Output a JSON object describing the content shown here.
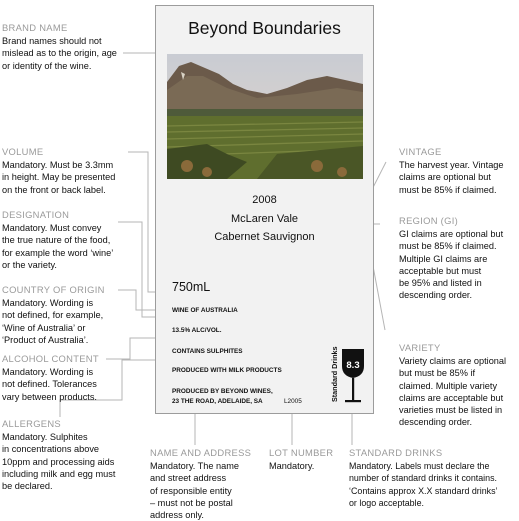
{
  "annotations": {
    "brand_name": {
      "heading": "BRAND NAME",
      "lines": [
        "Brand names should not",
        "mislead as to the origin, age",
        "or identity of the wine."
      ]
    },
    "volume": {
      "heading": "VOLUME",
      "lines": [
        "Mandatory. Must be 3.3mm",
        "in height. May be presented",
        "on the front or back label."
      ]
    },
    "designation": {
      "heading": "DESIGNATION",
      "lines": [
        "Mandatory. Must convey",
        "the true nature of the food,",
        "for example the word ‘wine’",
        "or the variety."
      ]
    },
    "country_of_origin": {
      "heading": "COUNTRY OF ORIGIN",
      "lines": [
        "Mandatory. Wording is",
        "not defined, for example,",
        "‘Wine of Australia’ or",
        "‘Product of Australia’."
      ]
    },
    "alcohol_content": {
      "heading": "ALCOHOL CONTENT",
      "lines": [
        "Mandatory. Wording is",
        "not defined. Tolerances",
        "vary between products."
      ]
    },
    "allergens": {
      "heading": "ALLERGENS",
      "lines": [
        "Mandatory. Sulphites",
        "in concentrations above",
        "10ppm and processing aids",
        "including milk and egg must",
        "be declared."
      ]
    },
    "vintage": {
      "heading": "VINTAGE",
      "lines": [
        "The harvest year. Vintage",
        "claims are optional but",
        "must be 85% if claimed."
      ]
    },
    "region": {
      "heading": "REGION (GI)",
      "lines": [
        "GI claims are optional but",
        "must be 85% if claimed.",
        "Multiple GI claims are",
        "acceptable but must",
        "be 95% and listed in",
        "descending order."
      ]
    },
    "variety": {
      "heading": "VARIETY",
      "lines": [
        "Variety claims are optional",
        "but must be 85% if",
        "claimed. Multiple variety",
        "claims are acceptable but",
        "varieties must be listed in",
        "descending order."
      ]
    },
    "name_address": {
      "heading": "NAME AND ADDRESS",
      "lines": [
        "Mandatory. The name",
        "and street address",
        "of responsible entity",
        "– must not be postal",
        "address only."
      ]
    },
    "lot_number": {
      "heading": "LOT NUMBER",
      "lines": [
        "Mandatory."
      ]
    },
    "standard_drinks": {
      "heading": "STANDARD DRINKS",
      "lines": [
        "Mandatory. Labels must declare the",
        "number of standard drinks it contains.",
        "‘Contains approx X.X standard drinks’",
        "or logo acceptable."
      ]
    }
  },
  "label": {
    "brand": "Beyond Boundaries",
    "vintage": "2008",
    "region": "McLaren Vale",
    "variety": "Cabernet Sauvignon",
    "volume": "750mL",
    "country": "WINE OF AUSTRALIA",
    "alcohol": "13.5% ALC/VOL.",
    "sulphites": "CONTAINS SULPHITES",
    "milk": "PRODUCED WITH MILK PRODUCTS",
    "producer_line1": "PRODUCED BY BEYOND WINES,",
    "producer_line2": "23 THE ROAD, ADELAIDE, SA",
    "lot": "L2005",
    "standard_drinks_label": "Standard Drinks",
    "standard_drinks_value": "8.3"
  },
  "colors": {
    "heading": "#9a9a9a",
    "leader": "#b5b5b5",
    "label_bg": "#f2f2f2"
  }
}
